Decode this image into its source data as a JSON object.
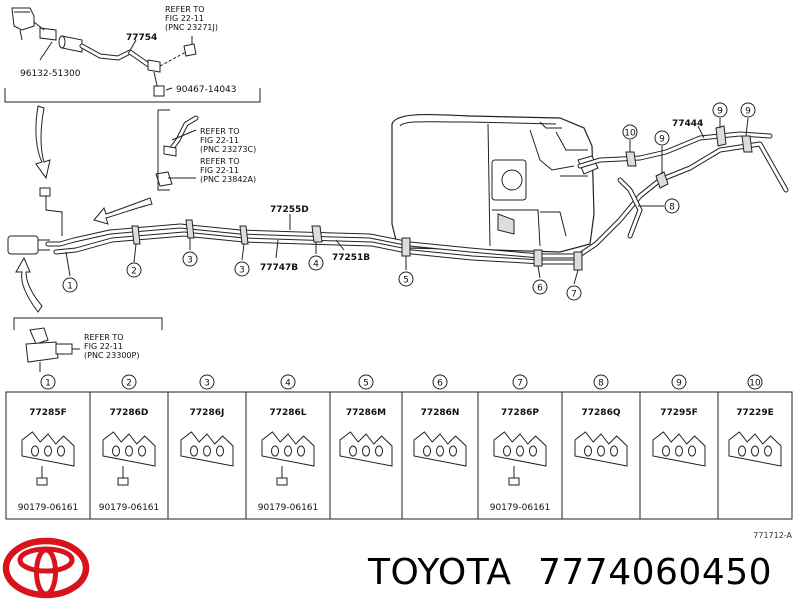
{
  "refer_notes": [
    {
      "line1": "REFER TO",
      "line2": "FIG 22-11",
      "line3": "(PNC 23271J)"
    },
    {
      "line1": "REFER TO",
      "line2": "FIG 22-11",
      "line3": "(PNC 23273C)"
    },
    {
      "line1": "REFER TO",
      "line2": "FIG 22-11",
      "line3": "(PNC 23842A)"
    },
    {
      "line1": "REFER TO",
      "line2": "FIG 22-11",
      "line3": "(PNC 23300P)"
    }
  ],
  "top_parts": {
    "p77754": "77754",
    "p96132": "96132-51300",
    "p90467": "90467-14043"
  },
  "assembly_parts": {
    "p77255D": "77255D",
    "p77747B": "77747B",
    "p77251B": "77251B",
    "p77444": "77444"
  },
  "callouts": [
    "1",
    "2",
    "3",
    "3",
    "4",
    "5",
    "6",
    "7",
    "8",
    "9",
    "9",
    "10"
  ],
  "clamp_table": [
    {
      "num": "1",
      "part": "77285F",
      "sub": "90179-06161"
    },
    {
      "num": "2",
      "part": "77286D",
      "sub": "90179-06161"
    },
    {
      "num": "3",
      "part": "77286J",
      "sub": ""
    },
    {
      "num": "4",
      "part": "77286L",
      "sub": "90179-06161"
    },
    {
      "num": "5",
      "part": "77286M",
      "sub": ""
    },
    {
      "num": "6",
      "part": "77286N",
      "sub": ""
    },
    {
      "num": "7",
      "part": "77286P",
      "sub": "90179-06161"
    },
    {
      "num": "8",
      "part": "77286Q",
      "sub": ""
    },
    {
      "num": "9",
      "part": "77295F",
      "sub": ""
    },
    {
      "num": "10",
      "part": "77229E",
      "sub": ""
    }
  ],
  "figure_code": "771712-A",
  "brand": {
    "name": "TOYOTA",
    "part_number": "7774060450"
  },
  "colors": {
    "logo": "#d8131b",
    "ink": "#222222"
  }
}
